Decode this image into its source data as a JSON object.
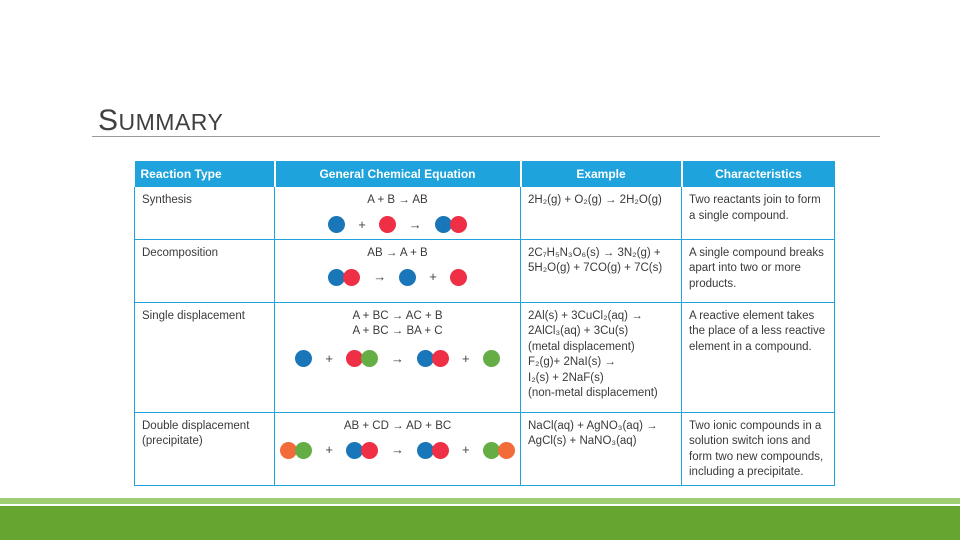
{
  "slide": {
    "title_first_letter": "S",
    "title_rest": "UMMARY"
  },
  "table": {
    "headers": [
      "Reaction Type",
      "General Chemical Equation",
      "Example",
      "Characteristics"
    ],
    "rows": [
      {
        "type": "Synthesis",
        "equations": [
          "A + B → AB"
        ],
        "example_lines": [
          "2H₂(g) + O₂(g) → 2H₂O(g)"
        ],
        "characteristics": "Two reactants join to form a single compound."
      },
      {
        "type": "Decomposition",
        "equations": [
          "AB → A + B"
        ],
        "example_lines": [
          "2C₇H₅N₃O₆(s) → 3N₂(g) +",
          "5H₂O(g) + 7CO(g) + 7C(s)"
        ],
        "characteristics": "A single compound breaks apart into two or more products."
      },
      {
        "type": "Single displacement",
        "equations": [
          "A + BC → AC + B",
          "A + BC → BA + C"
        ],
        "example_lines": [
          "2Al(s) + 3CuCl₂(aq) →",
          "2AlCl₃(aq) + 3Cu(s)",
          "(metal displacement)",
          "F₂(g)+ 2NaI(s) →",
          "I₂(s) + 2NaF(s)",
          "(non-metal displacement)"
        ],
        "characteristics": "A reactive element takes the place of a less reactive element in a compound."
      },
      {
        "type_lines": [
          "Double displacement",
          "(precipitate)"
        ],
        "equations": [
          "AB + CD → AD + BC"
        ],
        "example_lines": [
          "NaCl(aq) + AgNO₃(aq) →",
          "AgCl(s) + NaNO₃(aq)"
        ],
        "characteristics": "Two ionic compounds in a solution switch ions and form two new compounds, including a precipitate."
      }
    ],
    "operators": {
      "plus": "+",
      "arrow": "→"
    }
  },
  "colors": {
    "header_bg": "#1ea3dd",
    "atom_blue": "#1976b8",
    "atom_red": "#ee2f45",
    "atom_green": "#65ad45",
    "atom_orange": "#f26c3a",
    "footer_green": "#65a530"
  }
}
